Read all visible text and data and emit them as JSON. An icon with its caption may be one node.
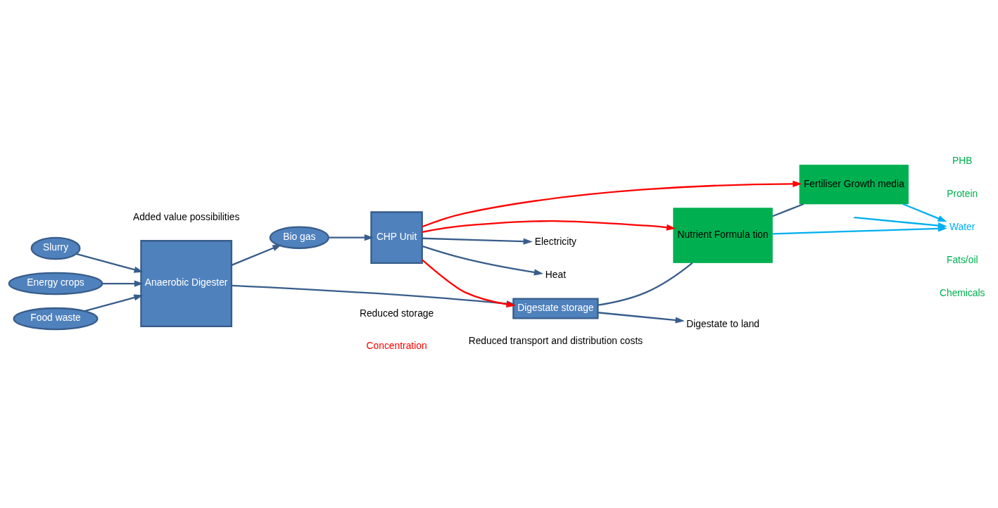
{
  "diagram": {
    "nodes": [
      {
        "text": [
          "Slurry"
        ]
      },
      {
        "text": [
          "Energy crops"
        ]
      },
      {
        "text": [
          "Food waste"
        ]
      },
      {
        "text": [
          "Anaerobic Digester"
        ]
      },
      {
        "text": [
          "Bio gas"
        ]
      },
      {
        "text": [
          "CHP Unit"
        ]
      },
      {
        "text": [
          "Electricity"
        ]
      },
      {
        "text": [
          "Heat"
        ]
      },
      {
        "text": [
          "Digestate storage"
        ]
      },
      {
        "text": [
          "Nutrient Formula tion"
        ]
      },
      {
        "text": [
          "Fertiliser Growth media"
        ]
      },
      {
        "text": [
          "Water"
        ]
      },
      {
        "text": [
          "Digestate to land"
        ]
      }
    ],
    "edges": [
      {
        "from": 0,
        "to": 3,
        "arrow": "to"
      },
      {
        "from": 1,
        "to": 3,
        "arrow": "to"
      },
      {
        "from": 2,
        "to": 3,
        "arrow": "to"
      },
      {
        "from": 3,
        "to": 4,
        "arrow": "to"
      },
      {
        "from": 4,
        "to": 5,
        "arrow": "to"
      },
      {
        "from": 5,
        "to": 6,
        "arrow": "to"
      },
      {
        "from": 5,
        "to": 7,
        "arrow": "to"
      },
      {
        "from": 5,
        "to": 8,
        "arrow": "to",
        "color": "#ff0000"
      },
      {
        "from": 5,
        "to": 9,
        "arrow": "to",
        "color": "#ff0000"
      },
      {
        "from": 5,
        "to": 10,
        "arrow": "to",
        "color": "#ff0000"
      },
      {
        "from": 3,
        "to": 8,
        "arrow": "to"
      },
      {
        "from": 8,
        "to": 9,
        "arrow": "none"
      },
      {
        "from": 9,
        "to": 10,
        "arrow": "none"
      },
      {
        "from": null,
        "to": 11,
        "arrow": "to",
        "color": "#00b0f0"
      },
      {
        "from": 9,
        "to": 11,
        "arrow": "to",
        "color": "#00b0f0"
      },
      {
        "from": 10,
        "to": 11,
        "arrow": "to",
        "color": "#00b0f0"
      },
      {
        "from": 8,
        "to": 12,
        "arrow": "to"
      }
    ],
    "labels": [
      "Added value possibilities",
      "Reduced storage",
      "PHB",
      "Protein",
      "Fats/oil",
      "Chemicals",
      "Concentration",
      "Reduced transport and distribution costs"
    ]
  }
}
